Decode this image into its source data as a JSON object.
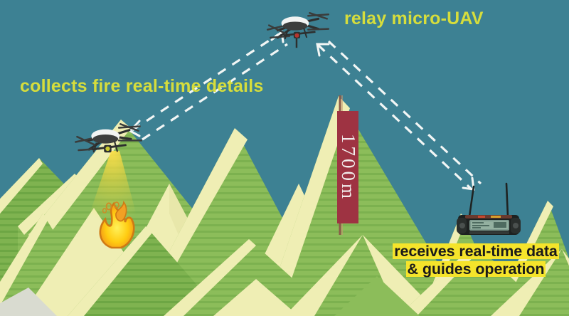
{
  "scene": {
    "title": "Forest fire monitoring UAV relay illustration",
    "sky_color": "#3d8193",
    "mountain_green": "#8cbd5a",
    "mountain_light": "#efeeb4",
    "accent_yellow_green": "#d6dd3c",
    "highlight_yellow": "#f5e42b",
    "banner_red": "#9e3342"
  },
  "labels": {
    "relay_uav": "relay micro-UAV",
    "collects": "collects fire real-time details",
    "receives_line1": "receives real-time data",
    "receives_line2": "& guides operation",
    "altitude": "1700m"
  },
  "objects": {
    "relay_drone_name": "relay-micro-uav",
    "fire_drone_name": "fire-survey-uav",
    "ground_station_name": "ground-control-station",
    "fire_name": "forest-fire",
    "pole_name": "altitude-pole"
  },
  "links": [
    {
      "name": "link-survey-to-relay",
      "from": "fire-survey-uav",
      "to": "relay-micro-uav",
      "style": "dashed",
      "bidirectional": true
    },
    {
      "name": "link-relay-to-ground",
      "from": "relay-micro-uav",
      "to": "ground-control-station",
      "style": "dashed",
      "bidirectional": true
    }
  ]
}
